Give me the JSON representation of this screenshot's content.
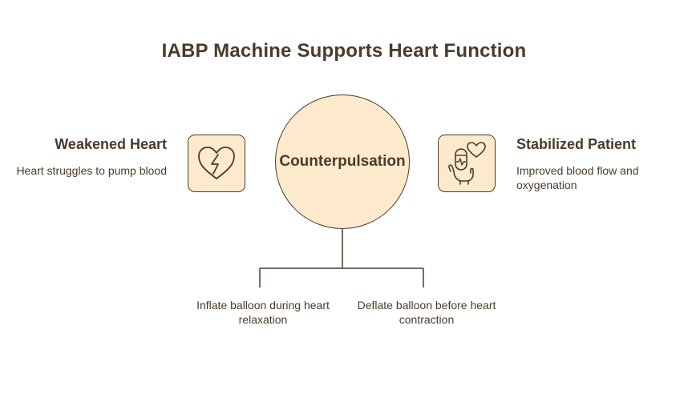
{
  "title": "IABP Machine Supports Heart Function",
  "center": {
    "label": "Counterpulsation"
  },
  "left": {
    "title": "Weakened Heart",
    "description": "Heart struggles to pump blood",
    "icon": "broken-heart-icon"
  },
  "right": {
    "title": "Stabilized Patient",
    "description": "Improved blood flow and oxygenation",
    "icon": "hand-heart-monitor-icon"
  },
  "branches": [
    {
      "label": "Inflate balloon during heart relaxation"
    },
    {
      "label": "Deflate balloon before heart contraction"
    }
  ],
  "colors": {
    "fill": "#fde9cc",
    "stroke": "#4a3b2a",
    "text": "#4a3b2a"
  }
}
